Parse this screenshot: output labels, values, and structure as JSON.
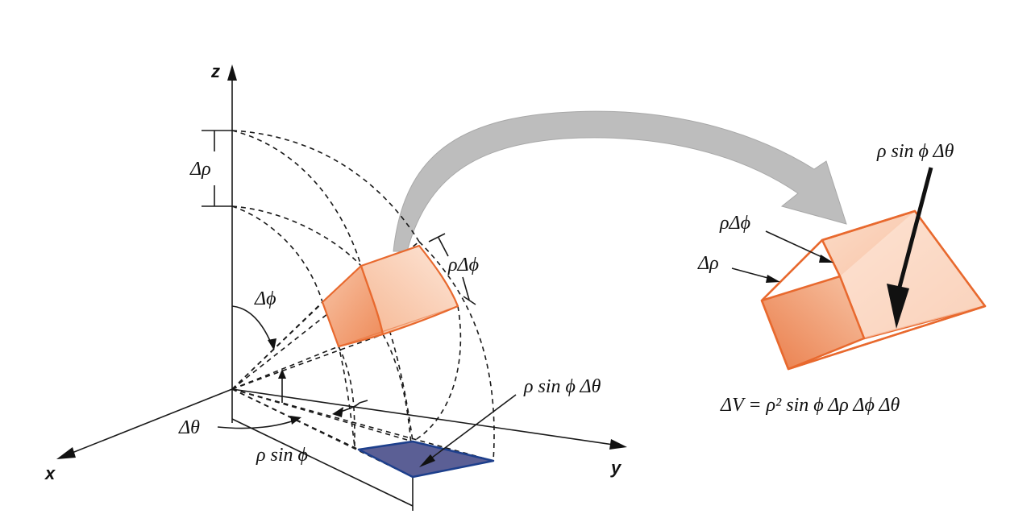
{
  "axes": {
    "x": "x",
    "y": "y",
    "z": "z"
  },
  "labels": {
    "delta_rho_axis": "Δρ",
    "delta_phi_angle": "Δϕ",
    "delta_theta_angle": "Δθ",
    "rho_sin_phi": "ρ sin ϕ",
    "rho_delta_phi_left": "ρΔϕ",
    "rho_sin_phi_dtheta_left": "ρ sin ϕ Δθ",
    "rho_sin_phi_dtheta_right": "ρ sin ϕ Δθ",
    "rho_delta_phi_right": "ρΔϕ",
    "delta_rho_right": "Δρ",
    "volume_formula": "ΔV = ρ² sin ϕ Δρ Δϕ Δθ"
  },
  "colors": {
    "wedge_fill": "#f4a47a",
    "wedge_stroke": "#e8692e",
    "projection_fill": "#5b5f95",
    "projection_stroke": "#1d3f8c",
    "big_arrow": "#bdbdbd"
  }
}
